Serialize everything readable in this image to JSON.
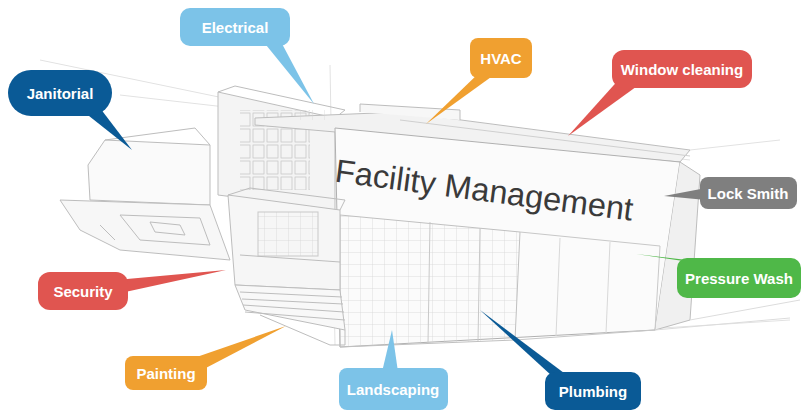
{
  "diagram": {
    "nodes": [
      {
        "text": [
          "Electrical"
        ]
      },
      {
        "text": [
          "HVAC"
        ]
      },
      {
        "text": [
          "Window cleaning"
        ]
      },
      {
        "text": [
          "Janitorial"
        ]
      },
      {
        "text": [
          "Lock Smith"
        ]
      },
      {
        "text": [
          "Pressure Wash"
        ]
      },
      {
        "text": [
          "Security"
        ]
      },
      {
        "text": [
          "Painting"
        ]
      },
      {
        "text": [
          "Landscaping"
        ]
      },
      {
        "text": [
          "Plumbing"
        ]
      }
    ],
    "labels": [
      "Facility Management"
    ]
  }
}
